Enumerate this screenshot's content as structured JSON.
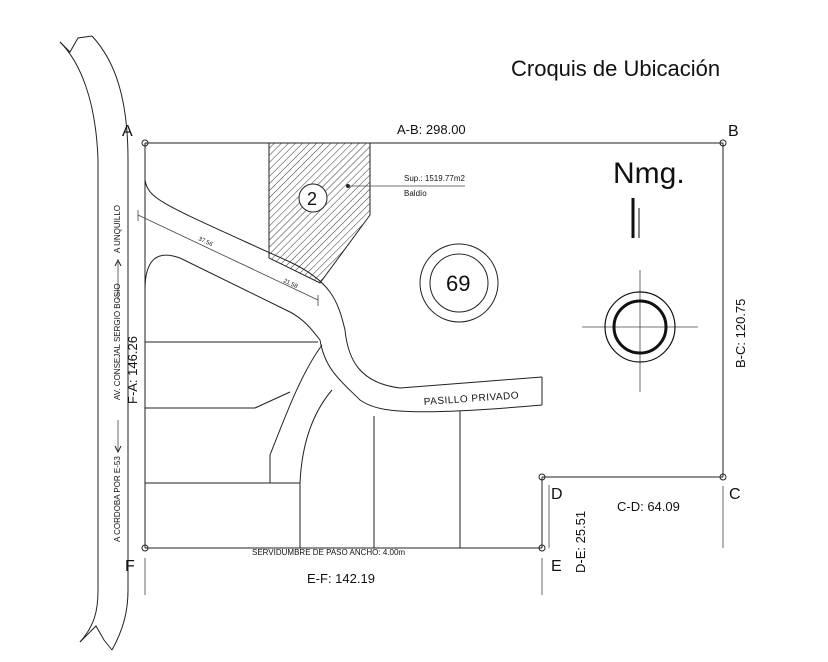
{
  "title": "Croquis de Ubicación",
  "corners": {
    "A": "A",
    "B": "B",
    "C": "C",
    "D": "D",
    "E": "E",
    "F": "F"
  },
  "dimensions": {
    "ab": "A-B: 298.00",
    "bc": "B-C: 120.75",
    "cd": "C-D: 64.09",
    "de": "D-E: 25.51",
    "ef": "E-F: 142.19",
    "fa": "F-A: 146.26"
  },
  "lot": {
    "number": "2",
    "surface": "Sup.: 1519.77m2",
    "status": "Baldío",
    "dim_1": "37.56",
    "dim_2": "21.58"
  },
  "block_number": "69",
  "north_label": "Nmg.",
  "labels": {
    "pasillo": "PASILLO PRIVADO",
    "servidumbre": "SERVIDUMBRE DE PASO ANCHO: 4.00m",
    "road_unquillo": "A UNQUILLO",
    "road_avenue": "AV. CONSEJAL SERGIO BOSIO",
    "road_cordoba": "A CORDOBA POR E-53"
  },
  "colors": {
    "ink": "#111111",
    "hatch": "#333333",
    "paper": "#ffffff"
  }
}
